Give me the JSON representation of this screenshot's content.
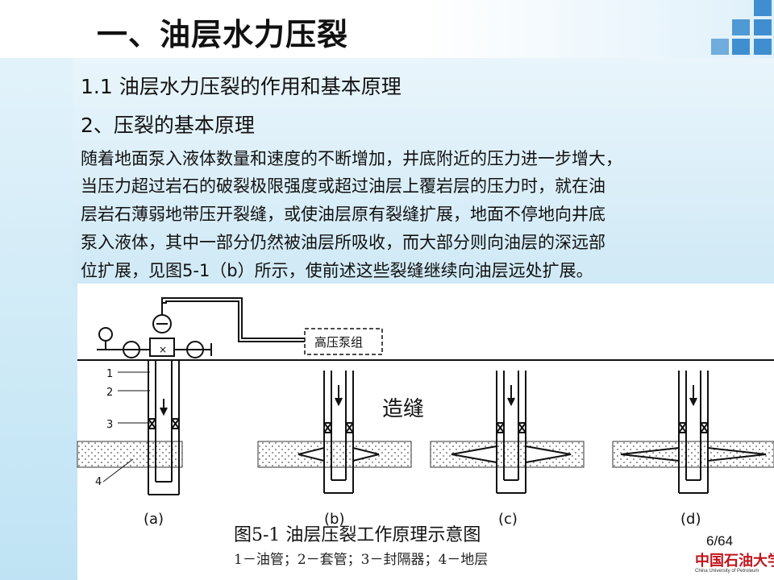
{
  "slide": {
    "title": "一、油层水力压裂",
    "section_heading": "1.1 油层水力压裂的作用和基本原理",
    "subheading": "2、压裂的基本原理",
    "paragraph_lines": [
      "随着地面泵入液体数量和速度的不断增加，井底附近的压力进一步增大，",
      "当压力超过岩石的破裂极限强度或超过油层上覆岩层的压力时，就在油",
      "层岩石薄弱地带压开裂缝，或使油层原有裂缝扩展，地面不停地向井底",
      "泵入液体，其中一部分仍然被油层所吸收，而大部分则向油层的深远部",
      "位扩展，见图5-1（b）所示，使前述这些裂缝继续向油层远处扩展。"
    ],
    "page_number": "6/64"
  },
  "figure": {
    "pump_label": "高压泵组",
    "fracture_label": "造缝",
    "legend_numbers": [
      "1",
      "2",
      "3",
      "4"
    ],
    "panel_labels": [
      "(a)",
      "(b)",
      "(c)",
      "(d)"
    ],
    "caption": "图5-1 油层压裂工作原理示意图",
    "subcaption": "1－油管；2－套管；3－封隔器；4－地层"
  },
  "logo": {
    "cn": "中国石油大学",
    "en": "China University of Petroleum"
  },
  "colors": {
    "accent": "#3f8fd0",
    "background": "#cfe9f6",
    "logo_red": "#c0141b"
  }
}
